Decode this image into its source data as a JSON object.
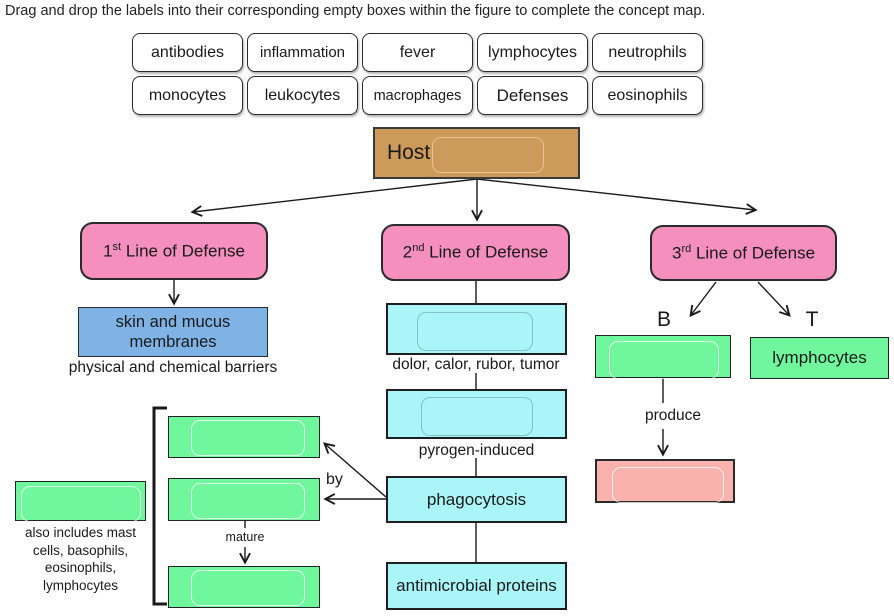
{
  "colors": {
    "host_tan": "#CC9A5A",
    "defense_pink": "#F48FBE",
    "barrier_blue": "#7FB2E5",
    "cyan": "#AAF5F7",
    "green": "#70F79E",
    "salmon": "#F9B2AE",
    "border_dark": "#2A2A2A"
  },
  "instruction": "Drag and drop the labels into their corresponding empty boxes within the figure to complete the concept map.",
  "chips": {
    "row1": [
      "antibodies",
      "inflammation",
      "fever",
      "lymphocytes",
      "neutrophils"
    ],
    "row2": [
      "monocytes",
      "leukocytes",
      "macrophages",
      "Defenses",
      "eosinophils"
    ]
  },
  "host": {
    "label": "Host"
  },
  "defenses": {
    "first": {
      "num": "1",
      "ord": "st",
      "rest": " Line of Defense"
    },
    "second": {
      "num": "2",
      "ord": "nd",
      "rest": " Line of Defense"
    },
    "third": {
      "num": "3",
      "ord": "rd",
      "rest": " Line of Defense"
    }
  },
  "first_branch": {
    "box": "skin and mucus membranes",
    "caption": "physical and chemical barriers"
  },
  "second_branch": {
    "caption1": "dolor, calor, rubor, tumor",
    "caption2": "pyrogen-induced",
    "phagocytosis": "phagocytosis",
    "antimicrobial": "antimicrobial proteins",
    "by": "by",
    "mature": "mature"
  },
  "third_branch": {
    "b": "B",
    "t": "T",
    "t_box": "lymphocytes",
    "produce": "produce"
  },
  "leukocyte_note": {
    "lines": [
      "also includes mast",
      "cells, basophils,",
      "eosinophils,",
      "lymphocytes"
    ]
  }
}
